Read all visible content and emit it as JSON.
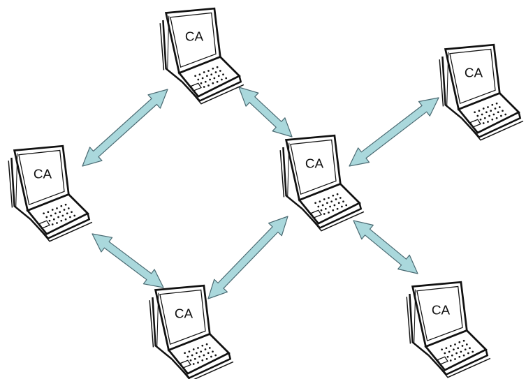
{
  "diagram": {
    "nodes": [
      {
        "id": "top",
        "label": "CA"
      },
      {
        "id": "left",
        "label": "CA"
      },
      {
        "id": "center",
        "label": "CA"
      },
      {
        "id": "right",
        "label": "CA"
      },
      {
        "id": "bottom",
        "label": "CA"
      },
      {
        "id": "bottom-right",
        "label": "CA"
      }
    ],
    "edges": [
      {
        "from": "top",
        "to": "left",
        "type": "bidirectional"
      },
      {
        "from": "top",
        "to": "center",
        "type": "bidirectional"
      },
      {
        "from": "center",
        "to": "right",
        "type": "bidirectional"
      },
      {
        "from": "center",
        "to": "bottom",
        "type": "bidirectional"
      },
      {
        "from": "left",
        "to": "bottom",
        "type": "bidirectional"
      },
      {
        "from": "center",
        "to": "bottom-right",
        "type": "bidirectional"
      }
    ],
    "colors": {
      "arrow_fill": "#aad8dc",
      "arrow_stroke": "#4a6a72",
      "laptop_stroke": "#111111",
      "background": "#ffffff"
    },
    "icon": "laptop-icon"
  }
}
